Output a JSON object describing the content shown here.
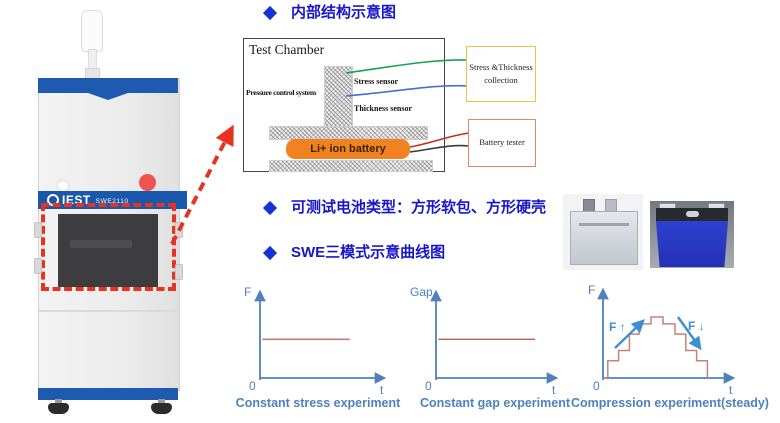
{
  "slide": {
    "bullets": [
      {
        "label": "内部结构示意图"
      },
      {
        "label": "可测试电池类型：方形软包、方形硬壳"
      },
      {
        "label": "SWE三模式示意曲线图"
      }
    ]
  },
  "machine": {
    "brand": "IEST",
    "model": "SWE2110"
  },
  "diagram": {
    "title": "Test Chamber",
    "pressure_system_label": "Pressure control system",
    "stress_sensor_label": "Stress sensor",
    "thickness_sensor_label": "Thickness sensor",
    "battery_label": "Li+ ion battery",
    "collection_box_label": "Stress &Thickness collection",
    "tester_box_label": "Battery tester"
  },
  "colors": {
    "heading_blue": "#1717c9",
    "chart_axis_blue": "#4f81bd",
    "annotation_blue": "#3b8fd4",
    "battery_orange": "#f08222",
    "collection_box_border": "#eac73f",
    "tester_box_border": "#e2895c",
    "wire_green": "#17a258",
    "wire_blue": "#4472c4",
    "wire_red": "#cc2a1e",
    "wire_black": "#3a3a3a",
    "machine_blue": "#1e5bb0",
    "highlight_red": "#e63322",
    "prism_cell_blue": "#2a3ac4"
  },
  "chart_data": [
    {
      "type": "line",
      "title": "Constant stress experiment",
      "ylabel": "F",
      "xlabel": "t",
      "origin_label": "0",
      "line_color": "#bd7d74",
      "description": "Force held constant over time (horizontal line at ~46% of axis height, spanning ~75% of time axis)",
      "points_norm": [
        [
          0.02,
          0.46
        ],
        [
          0.76,
          0.46
        ]
      ]
    },
    {
      "type": "line",
      "title": "Constant gap experiment",
      "ylabel": "Gap",
      "xlabel": "t",
      "origin_label": "0",
      "line_color": "#c75b4b",
      "description": "Gap held constant over time (horizontal line at ~46% of axis height, spanning ~84% of time axis)",
      "points_norm": [
        [
          0.02,
          0.46
        ],
        [
          0.84,
          0.46
        ]
      ]
    },
    {
      "type": "line",
      "title": "Compression experiment(steady)",
      "ylabel": "F",
      "xlabel": "t",
      "origin_label": "0",
      "line_color": "#c3837a",
      "annotations": [
        {
          "label": "F ↑"
        },
        {
          "label": "F ↓"
        }
      ],
      "description": "Stepwise staircase: force rises in steps to a peak (~71% height) then descends symmetrically back to zero",
      "points_norm": [
        [
          0,
          0
        ],
        [
          0.04,
          0
        ],
        [
          0.04,
          0.2
        ],
        [
          0.13,
          0.2
        ],
        [
          0.13,
          0.32
        ],
        [
          0.22,
          0.32
        ],
        [
          0.22,
          0.51
        ],
        [
          0.3,
          0.51
        ],
        [
          0.3,
          0.63
        ],
        [
          0.4,
          0.63
        ],
        [
          0.4,
          0.71
        ],
        [
          0.5,
          0.71
        ],
        [
          0.5,
          0.63
        ],
        [
          0.6,
          0.63
        ],
        [
          0.6,
          0.51
        ],
        [
          0.69,
          0.51
        ],
        [
          0.69,
          0.32
        ],
        [
          0.78,
          0.32
        ],
        [
          0.78,
          0.2
        ],
        [
          0.87,
          0.2
        ],
        [
          0.87,
          0
        ]
      ]
    }
  ]
}
